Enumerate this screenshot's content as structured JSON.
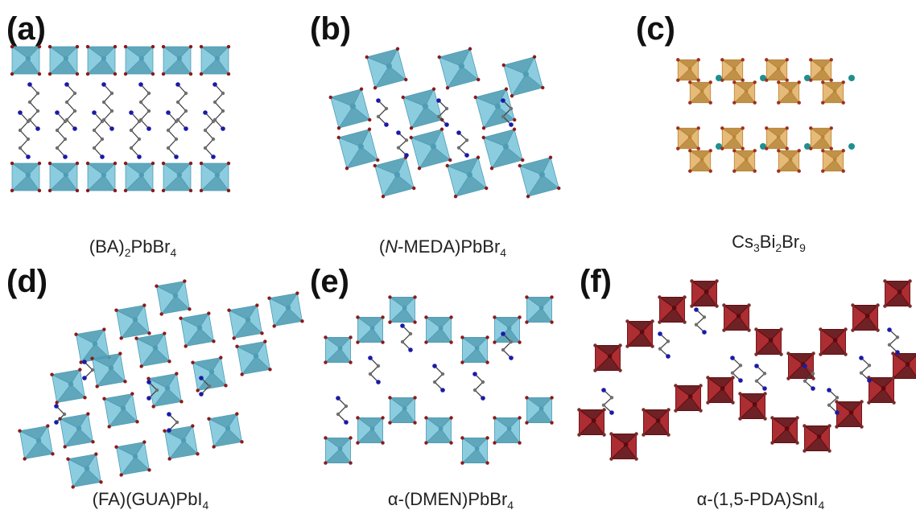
{
  "colors": {
    "lead_octahedron": "#7fc7dc",
    "lead_octahedron_dark": "#4f9db5",
    "bismuth_octahedron": "#e3b369",
    "bismuth_octahedron_dark": "#b98535",
    "tin_octahedron": "#a3161c",
    "tin_octahedron_dark": "#5e0a0e",
    "halide_atom": "#8b1a1a",
    "nitrogen_atom": "#1a1aa8",
    "carbon_atom": "#707070",
    "cesium_atom": "#1f8f8f"
  },
  "panels": [
    {
      "id": "a",
      "letter": "(a)",
      "formula": [
        "(BA)",
        "2",
        "PbBr",
        "4",
        "",
        ""
      ]
    },
    {
      "id": "b",
      "letter": "(b)",
      "formula": [
        "(",
        "",
        "N-MEDA)PbBr",
        "4",
        "",
        ""
      ],
      "italic_prefix": "N"
    },
    {
      "id": "c",
      "letter": "(c)",
      "formula": [
        "Cs",
        "3",
        "Bi",
        "2",
        "Br",
        "9"
      ]
    },
    {
      "id": "d",
      "letter": "(d)",
      "formula": [
        "(FA)(GUA)PbI",
        "4",
        "",
        "",
        "",
        ""
      ]
    },
    {
      "id": "e",
      "letter": "(e)",
      "formula": [
        "α-(DMEN)PbBr",
        "4",
        "",
        "",
        "",
        ""
      ]
    },
    {
      "id": "f",
      "letter": "(f)",
      "formula": [
        "α-(1,5-PDA)SnI",
        "4",
        "",
        "",
        "",
        ""
      ]
    }
  ]
}
